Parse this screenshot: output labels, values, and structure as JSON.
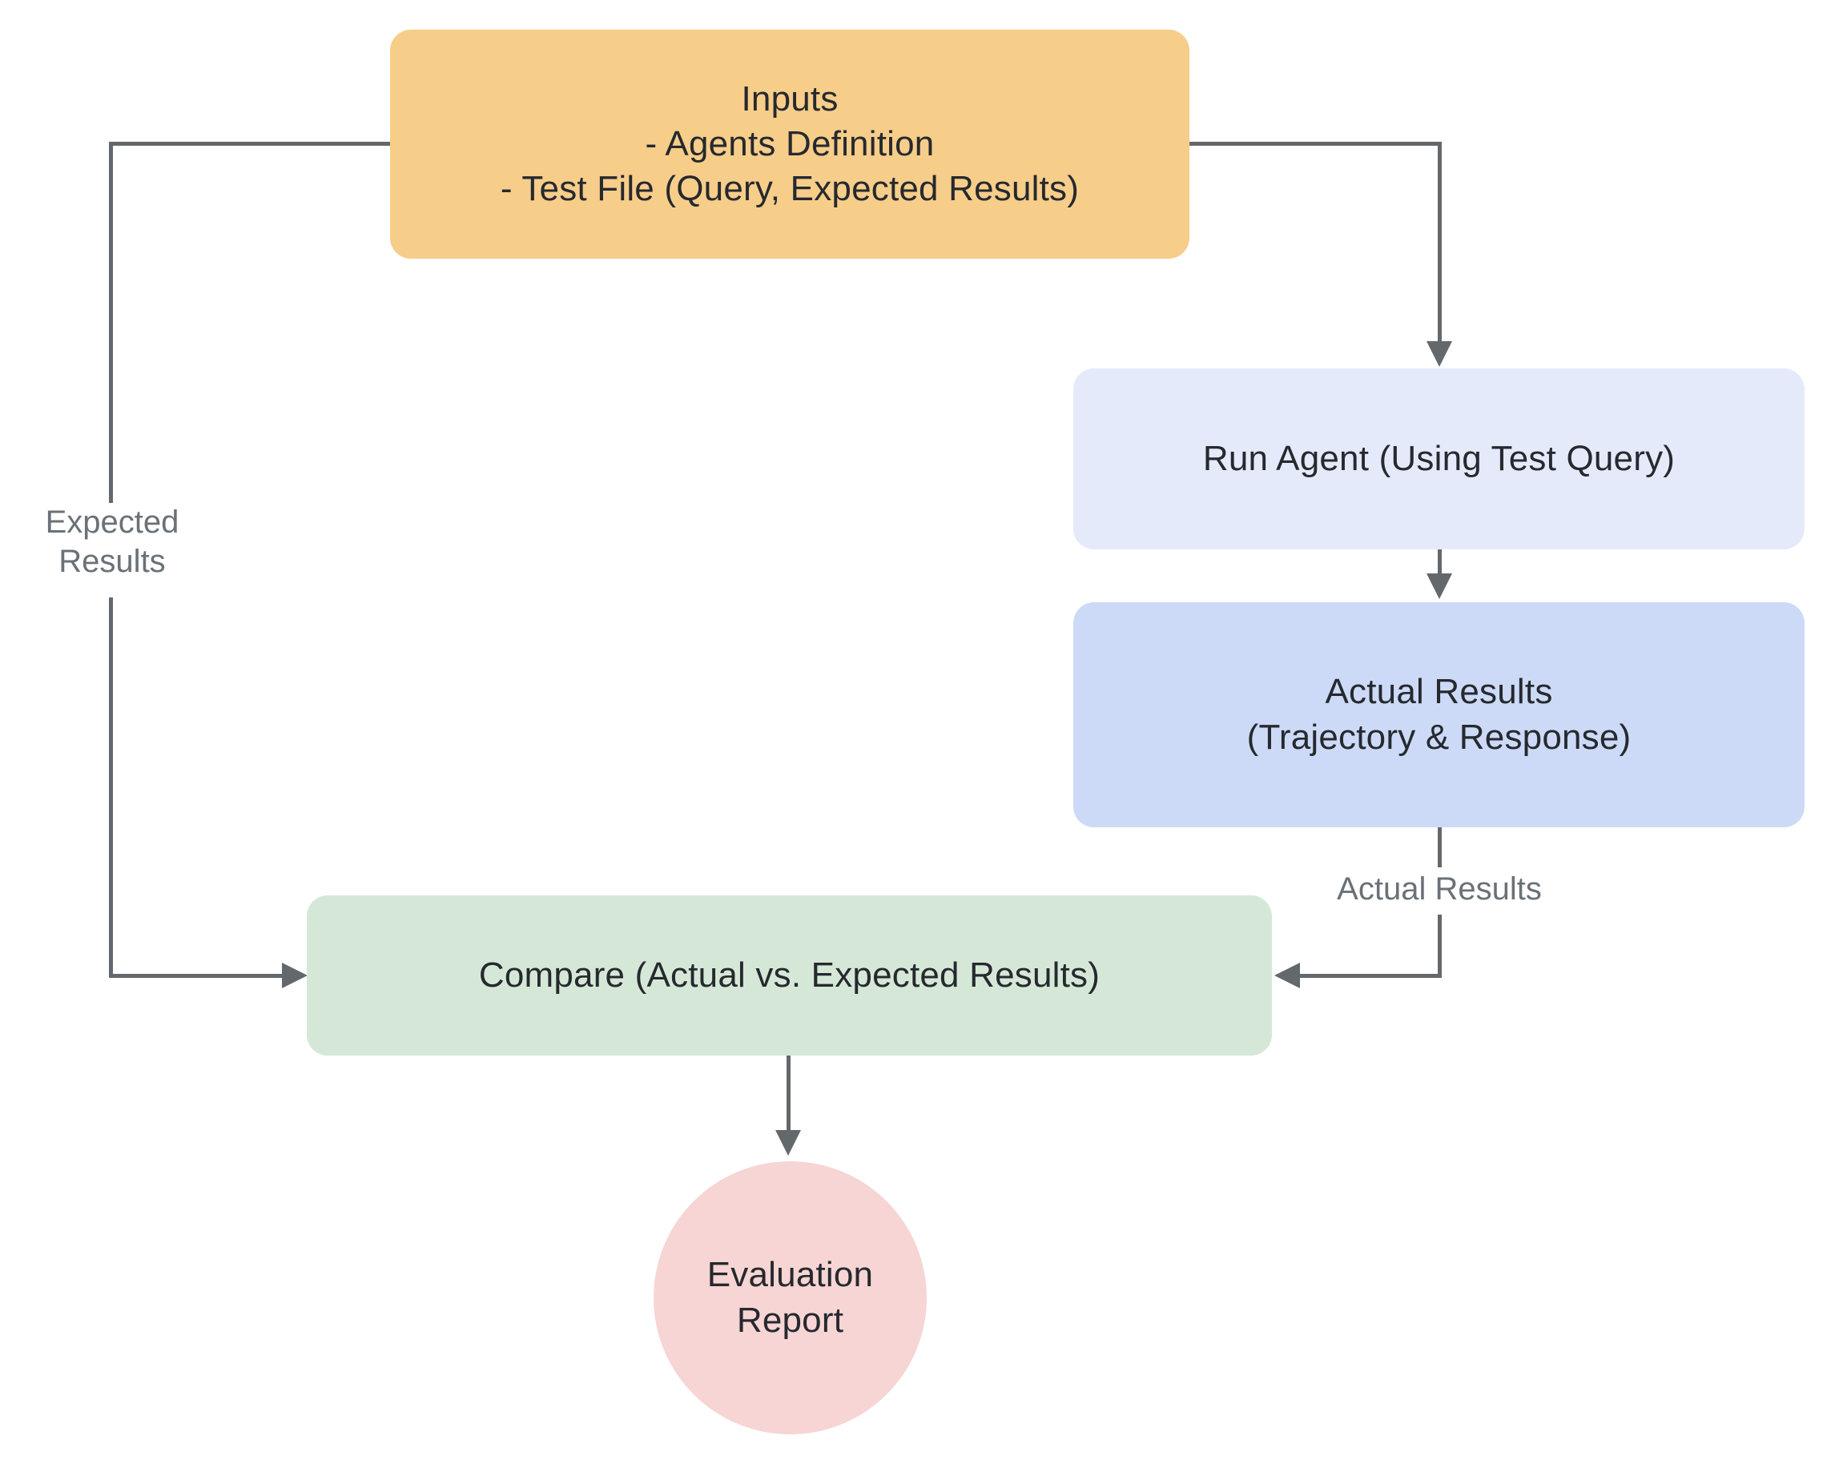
{
  "diagram": {
    "background": "#FFFFFF",
    "line_color": "#63686C",
    "node_text_color": "#26292E",
    "edge_label_color": "#6A7177",
    "nodes": {
      "inputs": {
        "fill": "#F7CD8A",
        "lines": [
          "Inputs",
          "- Agents Definition",
          "- Test File (Query, Expected Results)"
        ]
      },
      "run_agent": {
        "fill": "#E5EAFB",
        "label": "Run Agent (Using Test Query)"
      },
      "actual_results": {
        "fill": "#CCDAF7",
        "lines": [
          "Actual Results",
          "(Trajectory & Response)"
        ]
      },
      "compare": {
        "fill": "#D5E8D8",
        "label": "Compare (Actual vs. Expected Results)"
      },
      "evaluation_report": {
        "fill": "#F6D5D4",
        "lines": [
          "Evaluation",
          "Report"
        ]
      }
    },
    "edge_labels": {
      "expected_results": {
        "lines": [
          "Expected",
          "Results"
        ]
      },
      "actual_results": {
        "label": "Actual Results"
      }
    }
  }
}
